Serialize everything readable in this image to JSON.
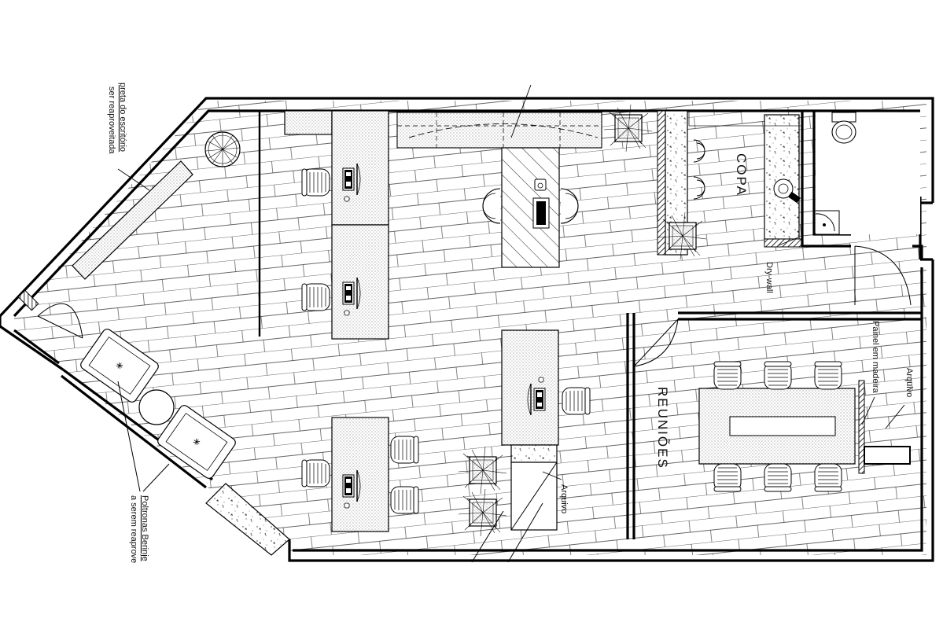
{
  "notes": {
    "armchair_note_line1": "Poltronas Berinje",
    "armchair_note_line2": "a serem reaprove",
    "top_note_line1": "preta do escritório",
    "top_note_line2": "ser reaproveitada"
  },
  "rooms": {
    "copa": "COPA",
    "reunioes": "REUNIÕES"
  },
  "labels": {
    "drywall": "Dry-wall",
    "painel": "Painel em madeira",
    "arquivo_meeting": "Arquivo",
    "arquivo_mid": "Arquivo"
  }
}
